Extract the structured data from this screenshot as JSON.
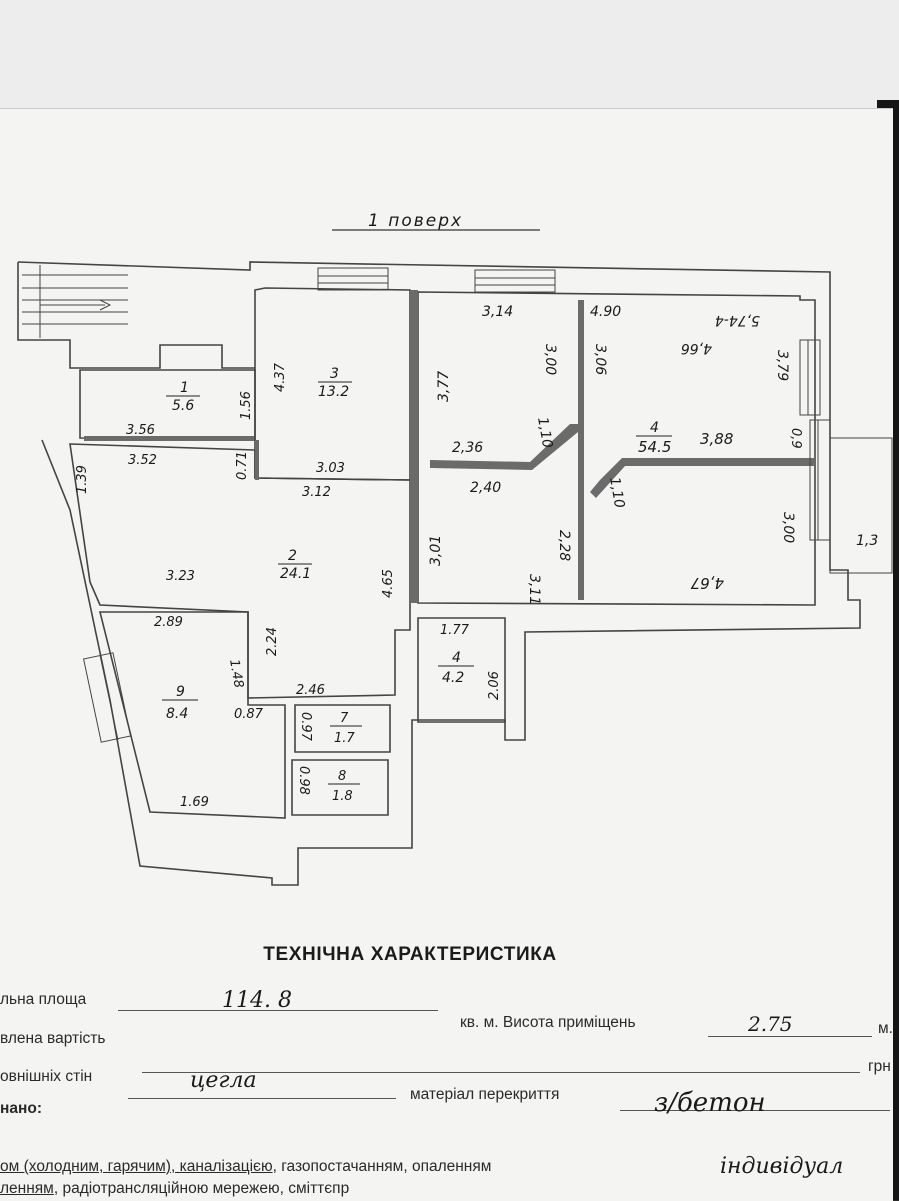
{
  "floor_title": "1 поверх",
  "rooms": [
    {
      "number": "1",
      "area": "5.6"
    },
    {
      "number": "2",
      "area": "24.1"
    },
    {
      "number": "3",
      "area": "13.2"
    },
    {
      "number": "4",
      "area": "54.5"
    },
    {
      "number": "4",
      "area": "4.2"
    },
    {
      "number": "7",
      "area": "1.7"
    },
    {
      "number": "8",
      "area": "1.8"
    },
    {
      "number": "9",
      "area": "8.4"
    }
  ],
  "dimensions": {
    "d_3_56": "3.56",
    "d_3_52": "3.52",
    "d_1_56": "1.56",
    "d_1_39": "1.39",
    "d_4_37": "4.37",
    "d_0_71": "0.71",
    "d_3_03": "3.03",
    "d_3_12": "3.12",
    "d_3_23": "3.23",
    "d_4_65": "4.65",
    "d_2_89": "2.89",
    "d_2_24": "2.24",
    "d_1_48": "1.48",
    "d_2_46": "2.46",
    "d_0_87": "0.87",
    "d_1_69": "1.69",
    "d_0_97": "0.97",
    "d_0_98": "0.98",
    "d_1_77": "1.77",
    "d_2_06": "2.06",
    "d_3_14": "3,14",
    "d_3_77": "3,77",
    "d_3_00a": "3,00",
    "d_3_06": "3,06",
    "d_1_10a": "1,10",
    "d_2_36": "2,36",
    "d_2_40": "2,40",
    "d_3_01": "3,01",
    "d_2_28": "2,28",
    "d_3_11": "3,11",
    "d_4_90": "4.90",
    "d_4_66": "4,66",
    "d_5_74": "5,74-4",
    "d_3_79": "3,79",
    "d_3_88": "3,88",
    "d_0_9": "0,9",
    "d_1_10b": "1,10",
    "d_3_00b": "3,00",
    "d_4_67": "4,67",
    "d_1_3": "1,3"
  },
  "tech": {
    "heading": "ТЕХНІЧНА ХАРАКТЕРИСТИКА",
    "line1_label": "льна площа",
    "line1_value": "114. 8",
    "line1_unit": "кв. м. Висота приміщень",
    "line1_height": "2.75",
    "line1_height_unit": "м.",
    "line2_label": "влена вартість",
    "line2_unit": "грн",
    "line3_label": "овнішніх стін",
    "line3_value": "цегла",
    "line3_mid": "матеріал перекриття",
    "line3_value2": "з/бетон",
    "line4_label": "нано:",
    "line5_part1": "ом (холодним, гарячим)",
    "line5_part2": ", каналізацією",
    "line5_part3": ", газопостачанням, опаленням",
    "line5_value": "індивідуал",
    "line6_part1": "ленням",
    "line6_part2": ", радіотрансляційною мережею, сміттєпр"
  },
  "colors": {
    "wall": "#4a4a4a",
    "paper": "#f4f4f2",
    "ink": "#1a1a1a"
  }
}
